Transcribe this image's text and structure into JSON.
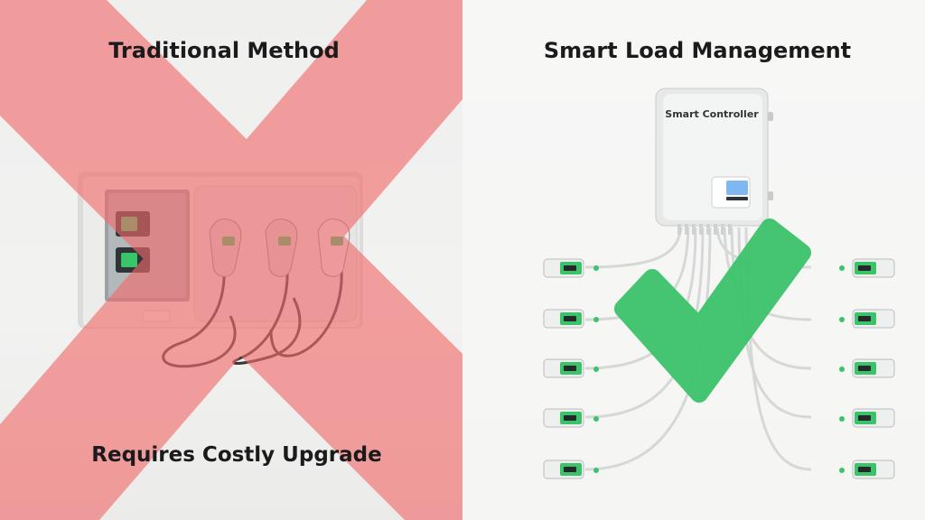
{
  "left_panel": {
    "title": "Traditional Method",
    "caption": "Requires Costly Upgrade",
    "cross_color": "#f26a6a",
    "icon": "cross-icon"
  },
  "right_panel": {
    "title": "Smart Load Management",
    "controller_label": "Smart Controller",
    "check_color": "#3cc36a",
    "icon": "checkmark-icon"
  }
}
